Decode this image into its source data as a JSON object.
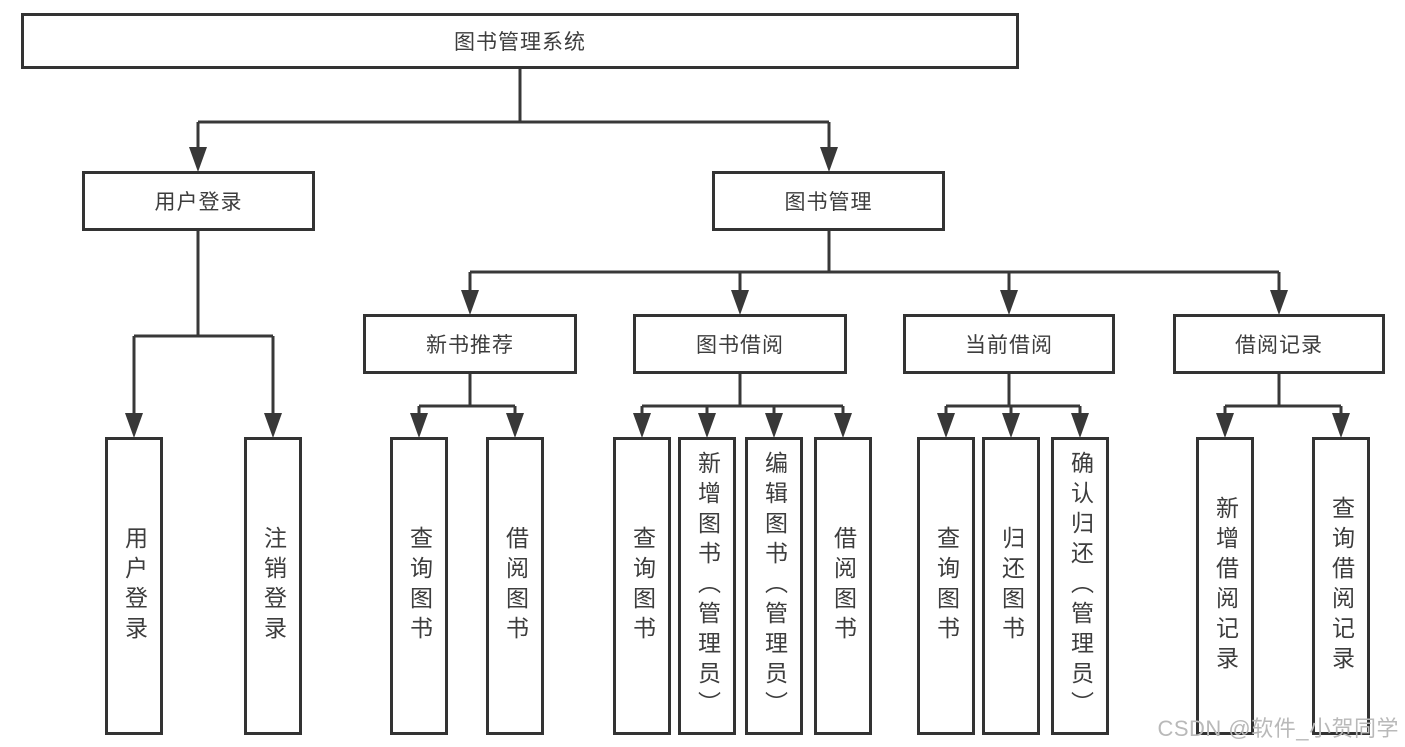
{
  "diagram": {
    "root": {
      "label": "图书管理系统"
    },
    "user_login": {
      "label": "用户登录",
      "children": [
        {
          "label": "用户登录"
        },
        {
          "label": "注销登录"
        }
      ]
    },
    "book_mgmt": {
      "label": "图书管理"
    },
    "new_books": {
      "label": "新书推荐",
      "children": [
        {
          "label": "查询图书"
        },
        {
          "label": "借阅图书"
        }
      ]
    },
    "book_borrow": {
      "label": "图书借阅",
      "children": [
        {
          "label": "查询图书"
        },
        {
          "label": "新增图书（管理员）"
        },
        {
          "label": "编辑图书（管理员）"
        },
        {
          "label": "借阅图书"
        }
      ]
    },
    "current_borrow": {
      "label": "当前借阅",
      "children": [
        {
          "label": "查询图书"
        },
        {
          "label": "归还图书"
        },
        {
          "label": "确认归还（管理员）"
        }
      ]
    },
    "borrow_records": {
      "label": "借阅记录",
      "children": [
        {
          "label": "新增借阅记录"
        },
        {
          "label": "查询借阅记录"
        }
      ]
    }
  },
  "watermark": {
    "text": "CSDN @软件_小贺同学"
  },
  "colors": {
    "line": "#383838",
    "box_border": "#333333",
    "text": "#3d3d3d",
    "background": "#ffffff",
    "watermark": "#b9b9b9"
  }
}
